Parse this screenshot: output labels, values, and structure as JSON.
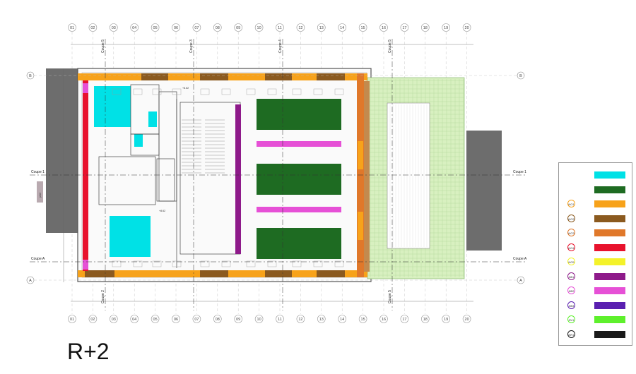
{
  "title": "R+2",
  "axes": {
    "columns": [
      "01",
      "02",
      "03",
      "04",
      "05",
      "06",
      "07",
      "08",
      "09",
      "10",
      "11",
      "12",
      "13",
      "14",
      "15",
      "16",
      "17",
      "18",
      "19",
      "20"
    ],
    "rows": [
      "A",
      "B"
    ],
    "sections": [
      "Coupe 1",
      "Coupe A",
      "Coupe 5",
      "Coupe 3",
      "Coupe 4",
      "Coupe 2"
    ]
  },
  "labels": {
    "level_mark": "+8.62",
    "north_note": "pilier"
  },
  "colors": {
    "cyan": "#00e1e6",
    "green": "#1e6b22",
    "orange": "#f7a21a",
    "brown": "#8b5a1f",
    "dark_orange": "#e0782a",
    "red": "#e8122d",
    "yellow": "#f4f22a",
    "purple": "#8e1a8a",
    "pink": "#e650d6",
    "violet": "#5a1fb0",
    "light_green": "#5ef02c",
    "black": "#1a1a1a",
    "terrace": "#d8f0c0",
    "wall": "#6d6d6d"
  },
  "legend": [
    {
      "code": "",
      "text": "",
      "color": "#00e1e6",
      "swatch_name": "cyan"
    },
    {
      "code": "",
      "text": "",
      "color": "#1e6b22",
      "swatch_name": "green"
    },
    {
      "code": "NO1",
      "text": "",
      "color": "#f7a21a",
      "swatch_name": "orange"
    },
    {
      "code": "NO2",
      "text": "",
      "color": "#8b5a1f",
      "swatch_name": "brown"
    },
    {
      "code": "NO3",
      "text": "",
      "color": "#e0782a",
      "swatch_name": "dark-orange"
    },
    {
      "code": "NO4",
      "text": "",
      "color": "#e8122d",
      "swatch_name": "red"
    },
    {
      "code": "NO5",
      "text": "",
      "color": "#f4f22a",
      "swatch_name": "yellow"
    },
    {
      "code": "NB1",
      "text": "",
      "color": "#8e1a8a",
      "swatch_name": "purple"
    },
    {
      "code": "NB2",
      "text": "",
      "color": "#e650d6",
      "swatch_name": "pink"
    },
    {
      "code": "NB3",
      "text": "",
      "color": "#5a1fb0",
      "swatch_name": "violet"
    },
    {
      "code": "NV1",
      "text": "",
      "color": "#5ef02c",
      "swatch_name": "light-green"
    },
    {
      "code": "NR1",
      "text": "",
      "color": "#1a1a1a",
      "swatch_name": "black"
    }
  ]
}
